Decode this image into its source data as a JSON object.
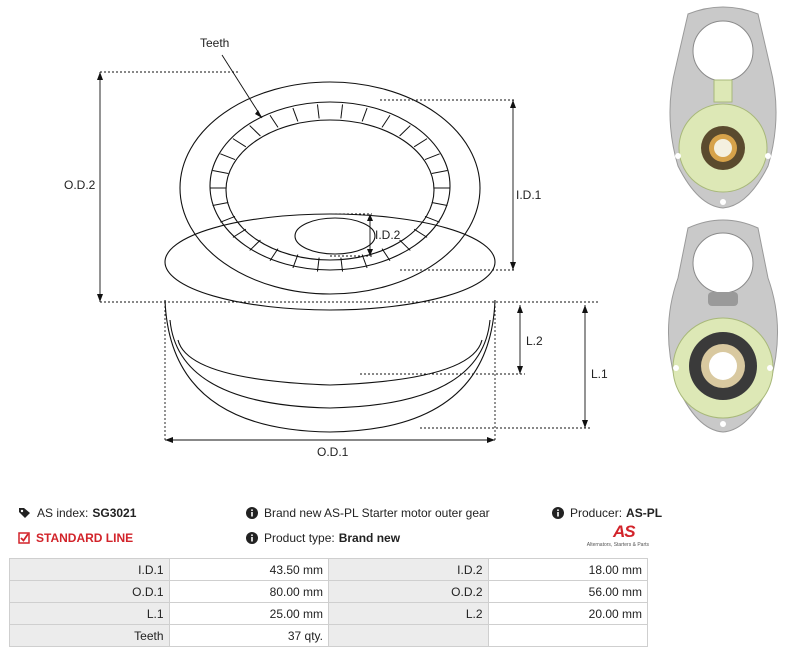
{
  "diagram": {
    "labels": {
      "teeth": "Teeth",
      "od2": "O.D.2",
      "id1": "I.D.1",
      "id2": "I.D.2",
      "l2": "L.2",
      "l1": "L.1",
      "od1": "O.D.1"
    }
  },
  "info": {
    "as_index_label": "AS index:",
    "as_index_value": "SG3021",
    "standard_line": "STANDARD LINE",
    "description": "Brand new AS-PL Starter motor outer gear",
    "product_type_label": "Product type:",
    "product_type_value": "Brand new",
    "producer_label": "Producer:",
    "producer_value": "AS-PL",
    "logo_mark": "AS",
    "logo_tagline": "Alternators, Starters & Parts"
  },
  "specs": {
    "rows": [
      {
        "l1": "I.D.1",
        "v1": "43.50 mm",
        "l2": "I.D.2",
        "v2": "18.00 mm"
      },
      {
        "l1": "O.D.1",
        "v1": "80.00 mm",
        "l2": "O.D.2",
        "v2": "56.00 mm"
      },
      {
        "l1": "L.1",
        "v1": "25.00 mm",
        "l2": "L.2",
        "v2": "20.00 mm"
      },
      {
        "l1": "Teeth",
        "v1": "37 qty.",
        "l2": "",
        "v2": ""
      }
    ]
  },
  "colors": {
    "brand_red": "#d2232a",
    "gear_green": "#dde8b6",
    "plate_gray": "#c9c9c9"
  }
}
